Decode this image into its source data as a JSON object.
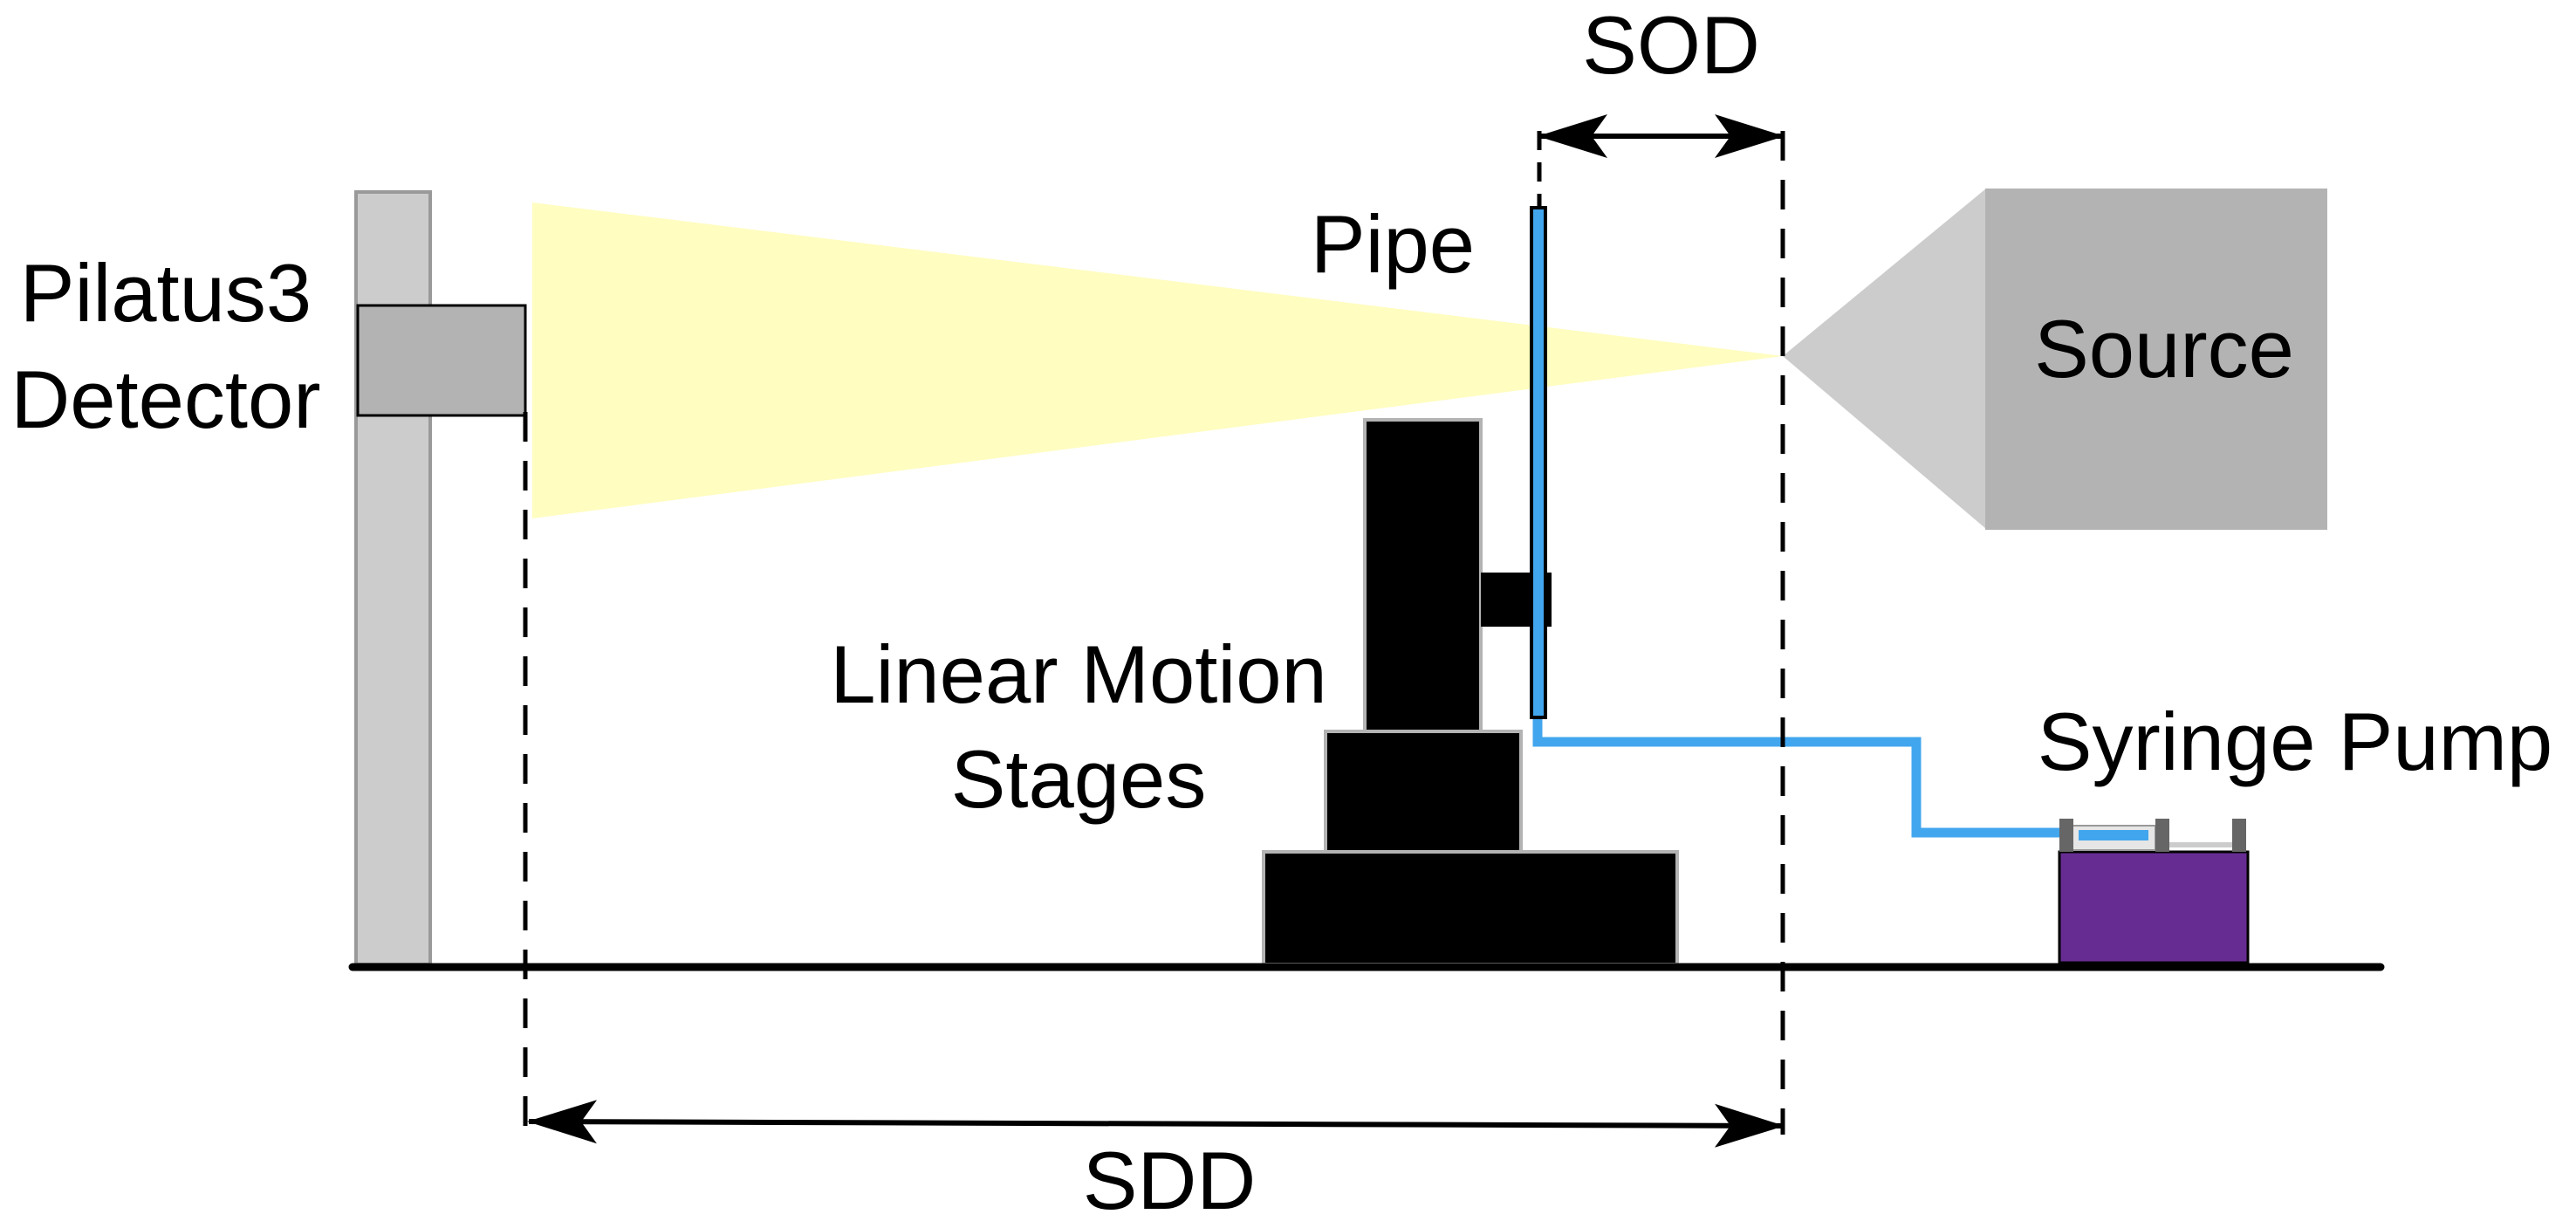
{
  "labels": {
    "detector_line1": "Pilatus3",
    "detector_line2": "Detector",
    "sod": "SOD",
    "pipe": "Pipe",
    "source": "Source",
    "stages_line1": "Linear Motion",
    "stages_line2": "Stages",
    "pump": "Syringe Pump",
    "sdd": "SDD"
  },
  "colors": {
    "beam": "#FFFDC0",
    "pipe": "#42A6EE",
    "pump_body": "#662C91",
    "source_box": "#B3B3B3",
    "source_cone": "#CCCCCC",
    "detector": "#B3B3B3",
    "detector_stand": "#CCCCCC",
    "stages": "#000000",
    "pump_caps": "#666666"
  }
}
